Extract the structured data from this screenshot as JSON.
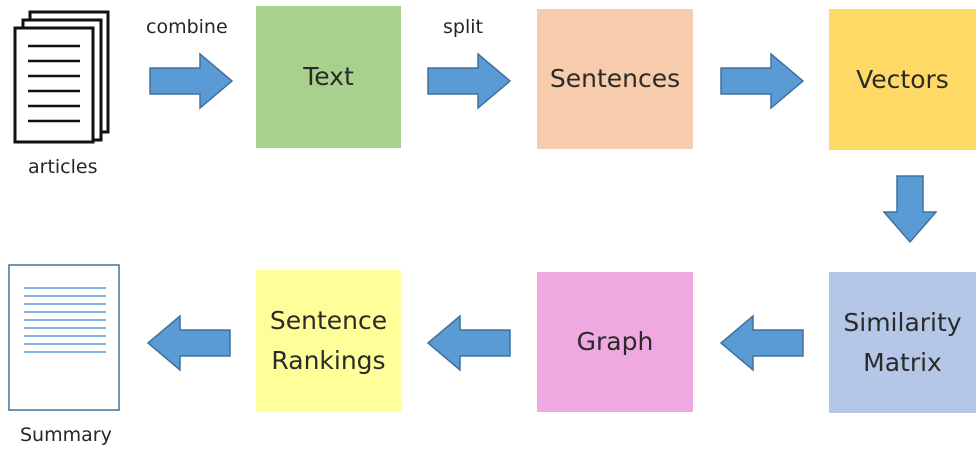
{
  "diagram": {
    "input_label": "articles",
    "output_label": "Summary",
    "edge_labels": {
      "combine": "combine",
      "split": "split"
    },
    "nodes": {
      "text": {
        "label": "Text",
        "color": "#a9d18e"
      },
      "sentences": {
        "label": "Sentences",
        "color": "#f8cbad"
      },
      "vectors": {
        "label": "Vectors",
        "color": "#ffd966"
      },
      "similarity_matrix": {
        "label_line1": "Similarity",
        "label_line2": "Matrix",
        "color": "#b4c7e7"
      },
      "graph": {
        "label": "Graph",
        "color": "#f0a8e0"
      },
      "sentence_rankings": {
        "label_line1": "Sentence",
        "label_line2": "Rankings",
        "color": "#ffff99"
      }
    },
    "arrow_color": "#5b9bd5",
    "icons": [
      "documents-stack-icon",
      "summary-document-icon"
    ]
  }
}
